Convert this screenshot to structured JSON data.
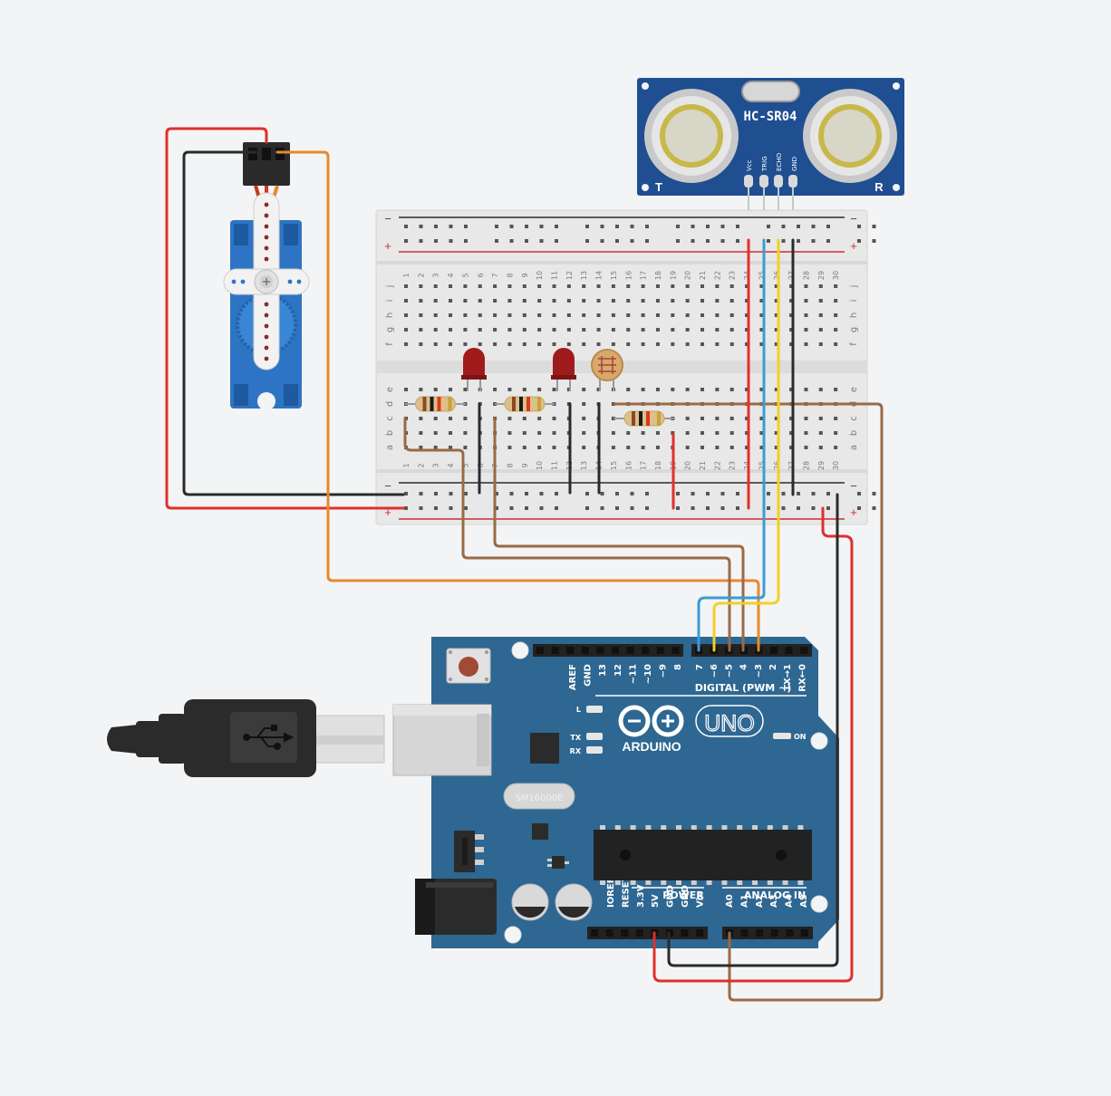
{
  "sensor": {
    "model": "HC-SR04",
    "pins": [
      "Vcc",
      "TRIG",
      "ECHO",
      "GND"
    ],
    "left_mark": "T",
    "right_mark": "R"
  },
  "breadboard": {
    "columns": [
      "1",
      "2",
      "3",
      "4",
      "5",
      "6",
      "7",
      "8",
      "9",
      "10",
      "11",
      "12",
      "13",
      "14",
      "15",
      "16",
      "17",
      "18",
      "19",
      "20",
      "21",
      "22",
      "23",
      "24",
      "25",
      "26",
      "27",
      "28",
      "29",
      "30"
    ],
    "rows_top": [
      "j",
      "i",
      "h",
      "g",
      "f"
    ],
    "rows_bottom": [
      "e",
      "d",
      "c",
      "b",
      "a"
    ],
    "rail_minus": "−",
    "rail_plus": "+"
  },
  "arduino": {
    "brand": "ARDUINO",
    "model": "UNO",
    "digital_header": "DIGITAL (PWM ~)",
    "digital_pins_left": [
      "AREF",
      "GND",
      "13",
      "12",
      "~11",
      "~10",
      "~9",
      "8"
    ],
    "digital_pins_right": [
      "7",
      "~6",
      "~5",
      "4",
      "~3",
      "2",
      "TX→1",
      "RX←0"
    ],
    "power_header": "POWER",
    "power_pins": [
      "IOREF",
      "RESET",
      "3.3V",
      "5V",
      "GND",
      "GND",
      "Vin"
    ],
    "analog_header": "ANALOG IN",
    "analog_pins": [
      "A0",
      "A1",
      "A2",
      "A3",
      "A4",
      "A5"
    ],
    "led_L": "L",
    "led_TX": "TX",
    "led_RX": "RX",
    "on_label": "ON",
    "crystal": "SM16000E"
  },
  "colors": {
    "background": "#f3f4f6",
    "board_blue": "#2e6791",
    "wire_red": "#e0302b",
    "wire_black": "#2b2b2b",
    "wire_orange": "#e58a2d",
    "wire_brown": "#9a6a45",
    "wire_blue": "#3d9bd6",
    "wire_yellow": "#f2cf2a",
    "led_red": "#a01c1c"
  }
}
